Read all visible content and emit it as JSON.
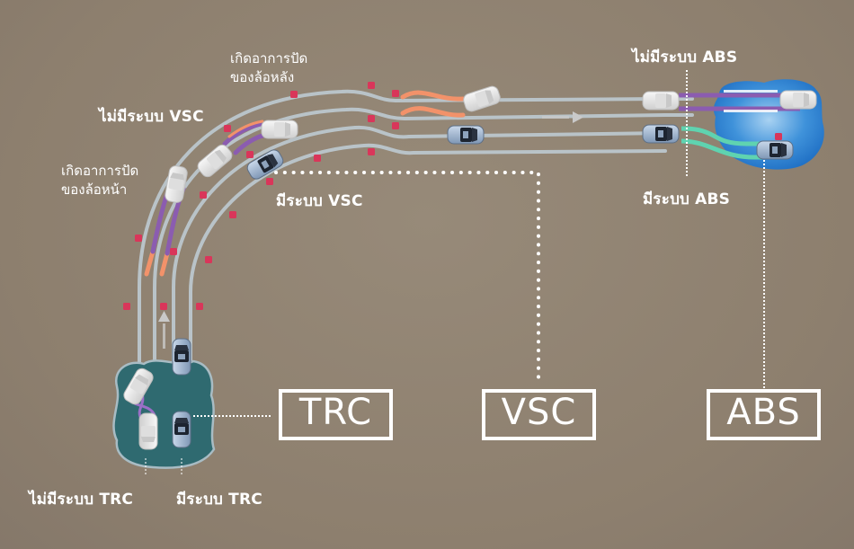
{
  "labels": {
    "rear_skid_line1": "เกิดอาการปัด",
    "rear_skid_line2": "ของล้อหลัง",
    "front_skid_line1": "เกิดอาการปัด",
    "front_skid_line2": "ของล้อหน้า",
    "without_vsc": "ไม่มีระบบ VSC",
    "with_vsc": "มีระบบ VSC",
    "without_abs": "ไม่มีระบบ ABS",
    "with_abs": "มีระบบ ABS",
    "without_trc": "ไม่มีระบบ TRC",
    "with_trc": "มีระบบ TRC"
  },
  "systems": [
    {
      "id": "trc",
      "label": "TRC"
    },
    {
      "id": "vsc",
      "label": "VSC"
    },
    {
      "id": "abs",
      "label": "ABS"
    }
  ],
  "colors": {
    "background": "#8f8170",
    "road_line": "#b9c3c8",
    "skid_orange": "#f2926a",
    "skid_purple": "#8b5cb0",
    "abs_green": "#5fd3b0",
    "cone_red": "#d9365a",
    "water_blue": "#2e7fd0",
    "puddle_teal": "#2f6a70",
    "car_white": "#e8e8e8",
    "car_blue": "#a9bdd6",
    "text": "#ffffff"
  },
  "icons": {
    "car": "car-top-view-icon",
    "cone": "cone-marker-icon",
    "direction_arrow": "direction-arrow-icon"
  }
}
